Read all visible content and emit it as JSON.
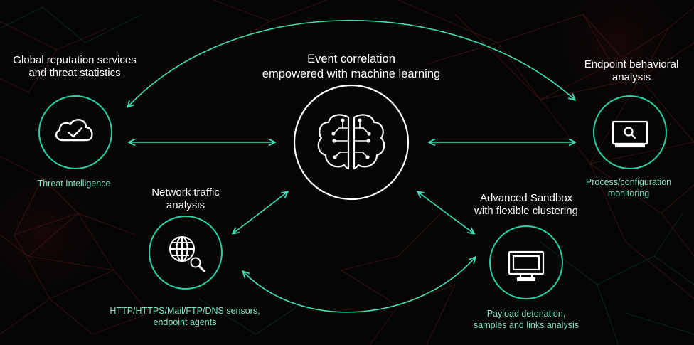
{
  "center": {
    "title_line1": "Event correlation",
    "title_line2": "empowered with machine learning",
    "icon": "brain-circuit-icon"
  },
  "nodes": {
    "global": {
      "title_line1": "Global reputation services",
      "title_line2": "and threat statistics",
      "caption": "Threat Intelligence",
      "icon": "cloud-check-icon"
    },
    "endpoint": {
      "title_line1": "Endpoint behavioral",
      "title_line2": "analysis",
      "caption_line1": "Process/configuration",
      "caption_line2": "monitoring",
      "icon": "monitor-search-icon"
    },
    "network": {
      "title_line1": "Network traffic",
      "title_line2": "analysis",
      "caption_line1": "HTTP/HTTPS/Mail/FTP/DNS sensors,",
      "caption_line2": "endpoint agents",
      "icon": "globe-search-icon"
    },
    "sandbox": {
      "title_line1": "Advanced Sandbox",
      "title_line2": "with flexible clustering",
      "caption_line1": "Payload detonation,",
      "caption_line2": "samples and links analysis",
      "icon": "monitor-icon"
    }
  },
  "colors": {
    "accent": "#26d3a5",
    "caption": "#7fe3c8",
    "background": "#050505",
    "web_red": "#8a2a22"
  }
}
